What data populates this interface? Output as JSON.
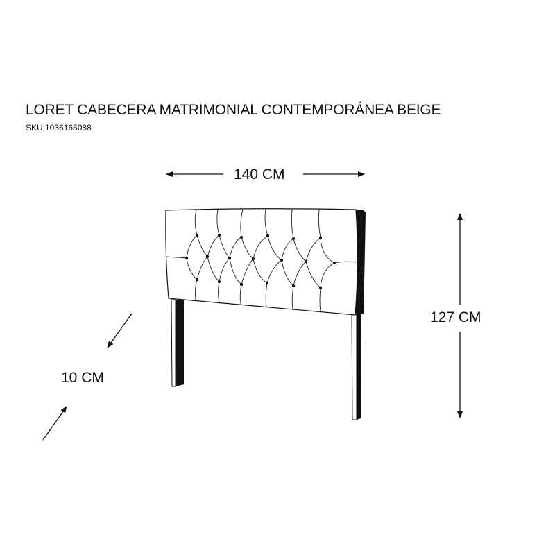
{
  "title": "LORET CABECERA MATRIMONIAL CONTEMPORÁNEA BEIGE",
  "sku": "SKU:1036165088",
  "dimensions": {
    "width": "140 CM",
    "height": "127 CM",
    "depth": "10 CM"
  }
}
